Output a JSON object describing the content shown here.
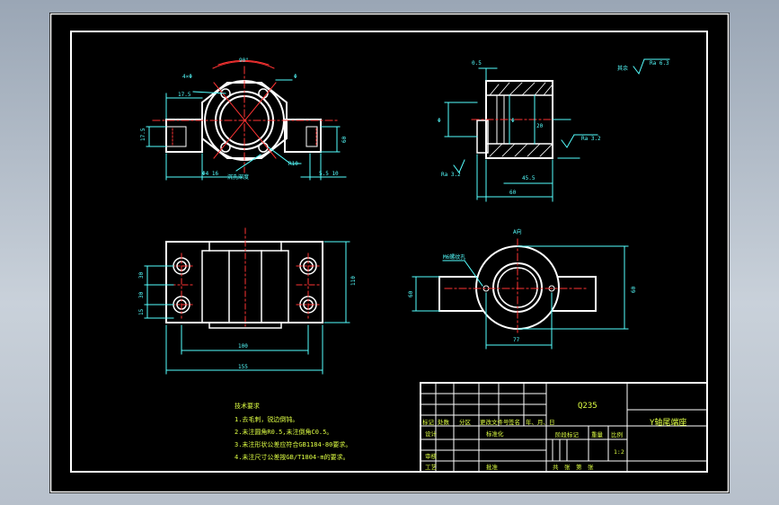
{
  "material": "Q235",
  "part_name": "Y轴尾端座",
  "roughness_other": "其余",
  "roughness_other_value": "Ra 6.3",
  "roughness_marks": [
    "Ra 3.2",
    "Ra 3.2"
  ],
  "view_label_a": "A向",
  "tech_requirements": {
    "title": "技术要求",
    "items": [
      "1.去毛刺，锐边倒钝。",
      "2.未注圆角R0.5,未注倒角C0.5。",
      "3.未注形状公差应符合GB1184-80要求。",
      "4.未注尺寸公差按GB/T1804-m的要求。"
    ]
  },
  "title_block": {
    "rev_headers": [
      "标记",
      "处数",
      "分区",
      "更改文件号",
      "签名",
      "年、月、日"
    ],
    "design": "设计",
    "standardize": "标准化",
    "stage_mark": "阶段标记",
    "weight": "重量",
    "scale_label": "比例",
    "scale": "1:2",
    "review": "审核",
    "process": "工艺",
    "approve": "批准",
    "sheet": "共　张　第　张"
  },
  "dimensions": {
    "top_view": [
      "90°",
      "4×Φ",
      "Φ",
      "17.5",
      "17.5",
      "R10",
      "60",
      "Φ4 16",
      "5.5 10",
      "沉孔深度"
    ],
    "side_view": [
      "0.5",
      "Φ",
      "Φ",
      "20",
      "45.5",
      "60"
    ],
    "front_view": [
      "30",
      "30",
      "15",
      "100",
      "155",
      "110"
    ],
    "a_view": [
      "M6螺纹孔",
      "60",
      "77",
      "60"
    ]
  }
}
